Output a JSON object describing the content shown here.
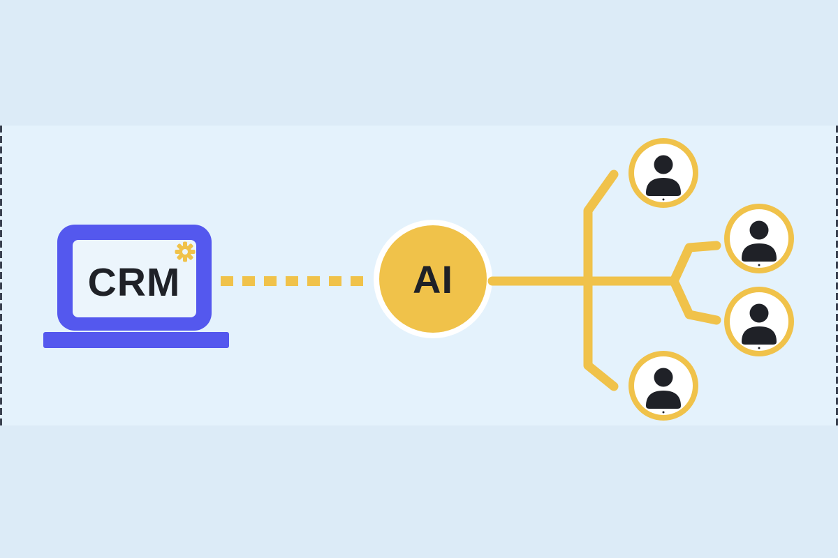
{
  "colors": {
    "background_outer": "#DCEBF7",
    "background_band": "#E4F2FC",
    "accent_yellow": "#F0C24A",
    "laptop_blue": "#5458EE",
    "ink_dark": "#1F2127",
    "node_fill_white": "#FFFFFF",
    "screen_fill": "#ECF5FC",
    "edge_dash_color": "#3A4150"
  },
  "diagram": {
    "crm_node": {
      "label": "CRM",
      "type": "laptop",
      "icon": "gear-icon"
    },
    "ai_node": {
      "label": "AI",
      "type": "circle"
    },
    "user_nodes": [
      {
        "id": "user-top",
        "icon": "person-icon"
      },
      {
        "id": "user-right-upper",
        "icon": "person-icon"
      },
      {
        "id": "user-right-lower",
        "icon": "person-icon"
      },
      {
        "id": "user-bottom",
        "icon": "person-icon"
      }
    ],
    "edges": [
      {
        "from": "crm",
        "to": "ai",
        "style": "dashed-yellow"
      },
      {
        "from": "ai",
        "to": "user-nodes",
        "style": "solid-yellow-branching"
      }
    ]
  }
}
